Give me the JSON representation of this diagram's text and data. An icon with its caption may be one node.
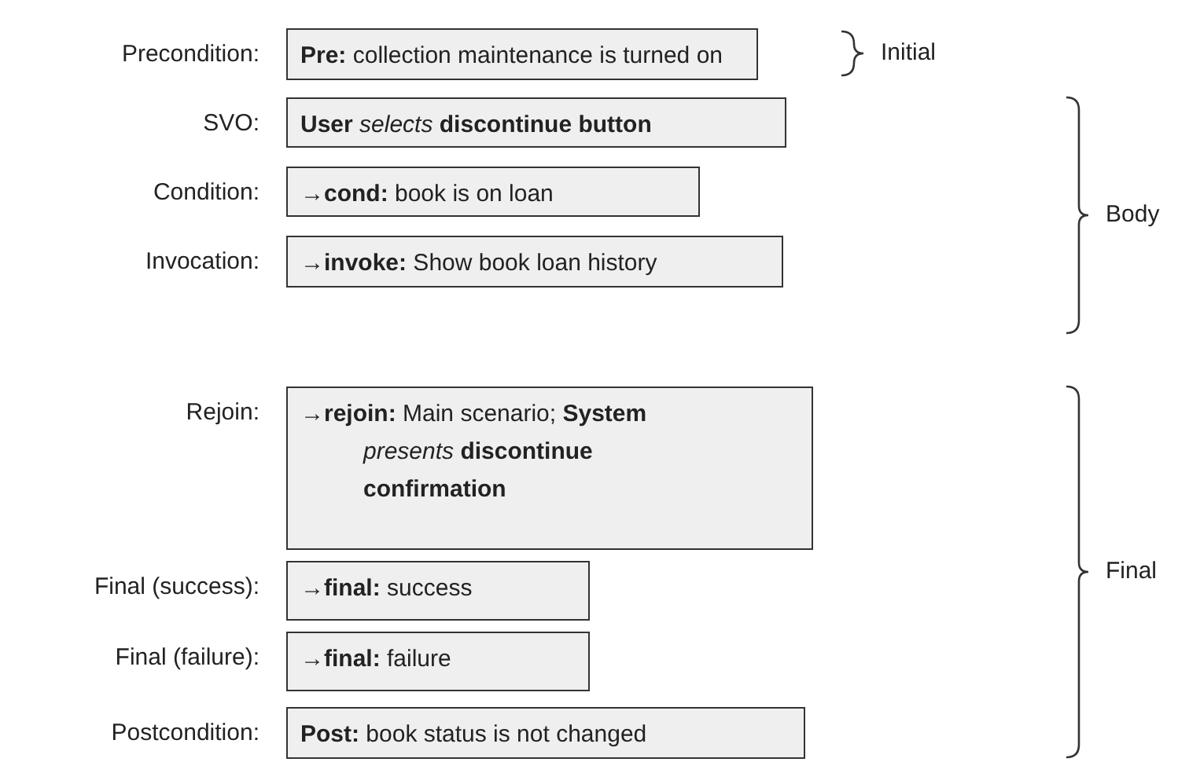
{
  "diagram": {
    "nodes": [
      {
        "text": [
          "**Pre:** collection maintenance is turned on"
        ],
        "beside": [
          "Precondition:"
        ]
      },
      {
        "text": [
          "**User** *selects* **discontinue button**"
        ],
        "beside": [
          "SVO:"
        ]
      },
      {
        "text": [
          "→**cond:** book is on loan"
        ],
        "beside": [
          "Condition:"
        ]
      },
      {
        "text": [
          "→**invoke:** Show book loan history"
        ],
        "beside": [
          "Invocation:"
        ]
      },
      {
        "text": [
          "→**rejoin:** Main scenario; **System** *presents* **discontinue confirmation**"
        ],
        "beside": [
          "Rejoin:"
        ]
      },
      {
        "text": [
          "→**final:** success"
        ],
        "beside": [
          "Final (success):"
        ]
      },
      {
        "text": [
          "→**final:** failure"
        ],
        "beside": [
          "Final (failure):"
        ]
      },
      {
        "text": [
          "**Post:** book status is not changed"
        ],
        "beside": [
          "Postcondition:"
        ]
      }
    ],
    "labels": [
      "Initial",
      "Body",
      "Final"
    ]
  }
}
